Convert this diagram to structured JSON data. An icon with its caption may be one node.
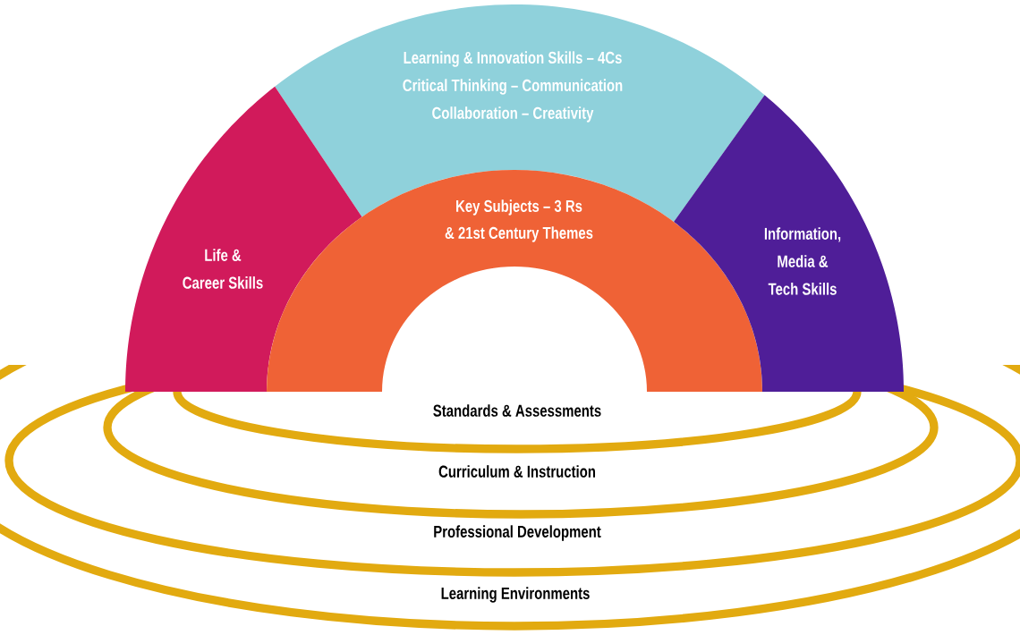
{
  "diagram": {
    "nodes": [
      {
        "text": [
          "Learning & Innovation Skills – 4Cs",
          "Critical Thinking – Communication",
          "Collaboration – Creativity"
        ]
      },
      {
        "text": [
          "Life &",
          "Career Skills"
        ]
      },
      {
        "text": [
          "Key Subjects – 3 Rs",
          "& 21st Century Themes"
        ]
      },
      {
        "text": [
          "Information,",
          "Media &",
          "Tech Skills"
        ]
      },
      {
        "text": [
          "Standards & Assessments"
        ],
        "in": 5
      },
      {
        "text": [
          "Curriculum & Instruction"
        ],
        "in": 6
      },
      {
        "text": [
          "Professional Development"
        ],
        "in": 7
      },
      {
        "text": [
          "Learning Environments"
        ]
      }
    ]
  }
}
